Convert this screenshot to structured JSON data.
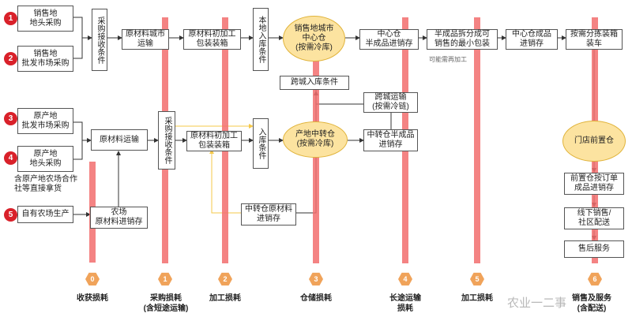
{
  "sources": [
    {
      "num": "1",
      "label": "销售地\n地头采购"
    },
    {
      "num": "2",
      "label": "销售地\n批发市场采购"
    },
    {
      "num": "3",
      "label": "原产地\n批发市场采购"
    },
    {
      "num": "4",
      "label": "原产地\n地头采购"
    },
    {
      "num": "5",
      "label": "自有农场生产"
    }
  ],
  "note_coop": "含原产地农场合作\n社等直接拿货",
  "boxes": {
    "procure_receive": "采购接收条件",
    "raw_city_transport": "原材料城市\n运输",
    "raw_process_pack_top": "原材料初加工\n包装装箱",
    "local_inbound": "本地入库条件",
    "sales_city_center": "销售地城市\n中心仓\n(按需冷库)",
    "center_semi_inventory": "中心仓\n半成品进销存",
    "semi_split": "半成品拆分成可\n销售的最小包装",
    "center_finished": "中心仓成品\n进销存",
    "pick_load": "按需分拣装箱\n装车",
    "cross_city_inbound": "跨城入库条件",
    "cross_city_transport": "跨城运输\n(按需冷链)",
    "raw_transport": "原材料运输",
    "procure_receive_2": "采购接收条件",
    "raw_process_pack_mid": "原材料初加工\n包装装箱",
    "inbound": "入库条件",
    "origin_transit": "产地中转仓\n(按需冷库)",
    "transit_semi": "中转仓半成品\n进销存",
    "farm_raw": "农场\n原材料进销存",
    "transit_raw": "中转仓原材料\n进销存",
    "store_front": "门店前置仓",
    "front_finished": "前置仓按订单\n成品进销存",
    "offline_sales": "线下销售/\n社区配送",
    "after_sales": "售后服务"
  },
  "note_repack": "可能需再加工",
  "losses": [
    {
      "num": "0",
      "label": "收获损耗"
    },
    {
      "num": "1",
      "label": "采购损耗\n(含短途运输)"
    },
    {
      "num": "2",
      "label": "加工损耗"
    },
    {
      "num": "3",
      "label": "仓储损耗"
    },
    {
      "num": "4",
      "label": "长途运输\n损耗"
    },
    {
      "num": "5",
      "label": "加工损耗"
    },
    {
      "num": "6",
      "label": "销售及服务\n(含配送)"
    }
  ],
  "watermark": "农业一二事",
  "colors": {
    "bar": "#f26d6d",
    "oval": "#fce3a0",
    "source": "#d9212a",
    "hex": "#f0a35a",
    "yellow_line": "#f5c84a"
  }
}
